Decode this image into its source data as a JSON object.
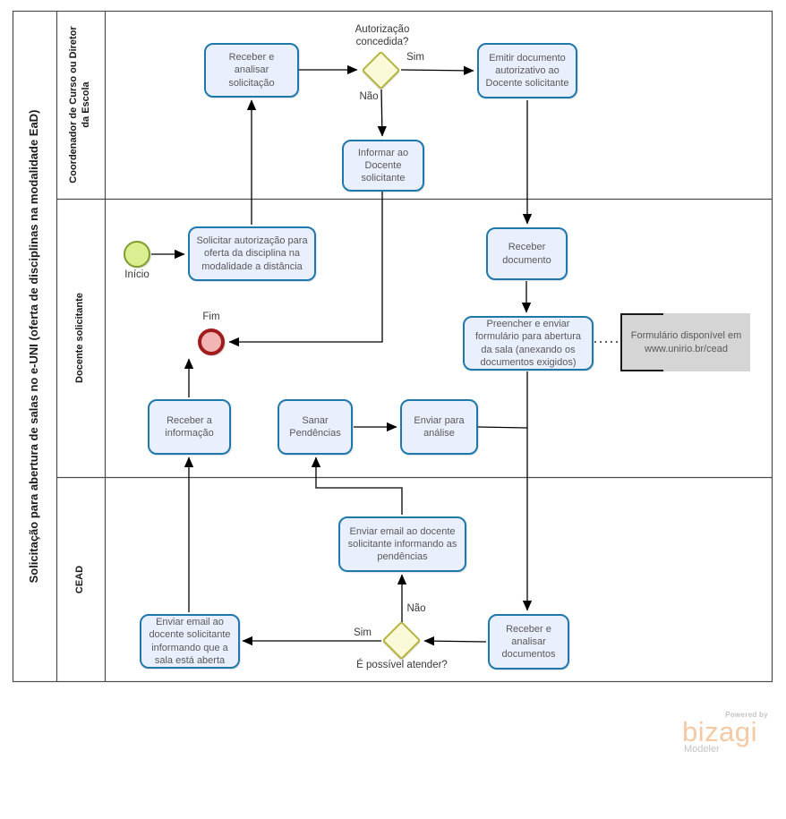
{
  "diagram": {
    "pool_title": "Solicitação para abertura de salas no e-UNI (oferta de disciplinas na modalidade EaD)",
    "lanes": [
      {
        "label": "Coordenador de Curso ou Diretor da Escola"
      },
      {
        "label": "Docente  solicitante"
      },
      {
        "label": "CEAD"
      }
    ],
    "start_event": {
      "label": "Início"
    },
    "end_event": {
      "label": "Fim"
    },
    "tasks": {
      "receber_e_analisar_solicitacao": "Receber  e analisar solicitação",
      "emitir_documento_autorizativo": "Emitir documento autorizativo ao Docente solicitante",
      "informar_ao_docente": "Informar ao Docente solicitante",
      "solicitar_autorizacao": "Solicitar autorização para oferta da disciplina na modalidade a distância",
      "receber_documento": "Receber documento",
      "preencher_enviar_formulario": "Preencher e enviar formulário para abertura da sala (anexando os documentos exigidos)",
      "receber_a_informacao": "Receber a informação",
      "sanar_pendencias": "Sanar Pendências",
      "enviar_para_analise": "Enviar para análise",
      "enviar_email_pendencias": "Enviar email ao docente solicitante informando as pendências",
      "enviar_email_sala_aberta": "Enviar email ao docente solicitante informando que a sala está aberta",
      "receber_analisar_documentos": "Receber e analisar documentos"
    },
    "gateways": {
      "autorizacao_concedida": {
        "question": "Autorização concedida?",
        "yes": "Sim",
        "no": "Não"
      },
      "e_possivel_atender": {
        "question": "É possível atender?",
        "yes": "Sim",
        "no": "Não"
      }
    },
    "annotation": {
      "text": "Formulário disponível em www.unirio.br/cead"
    },
    "colors": {
      "task_border": "#1f78ab",
      "task_fill": "#e9effc",
      "gateway_border": "#b3b33d",
      "gateway_fill": "#fafad8",
      "start_border": "#7f9d2a",
      "start_fill": "#d9ef91",
      "end_border": "#a01c1c",
      "end_fill": "#f2b5b5",
      "annotation_fill": "#d5d5d5",
      "node_text": "#595959",
      "brand_orange": "#f5c9a3"
    }
  },
  "footer": {
    "powered_by": "Powered by",
    "brand": "bizagi",
    "product": "Modeler"
  }
}
